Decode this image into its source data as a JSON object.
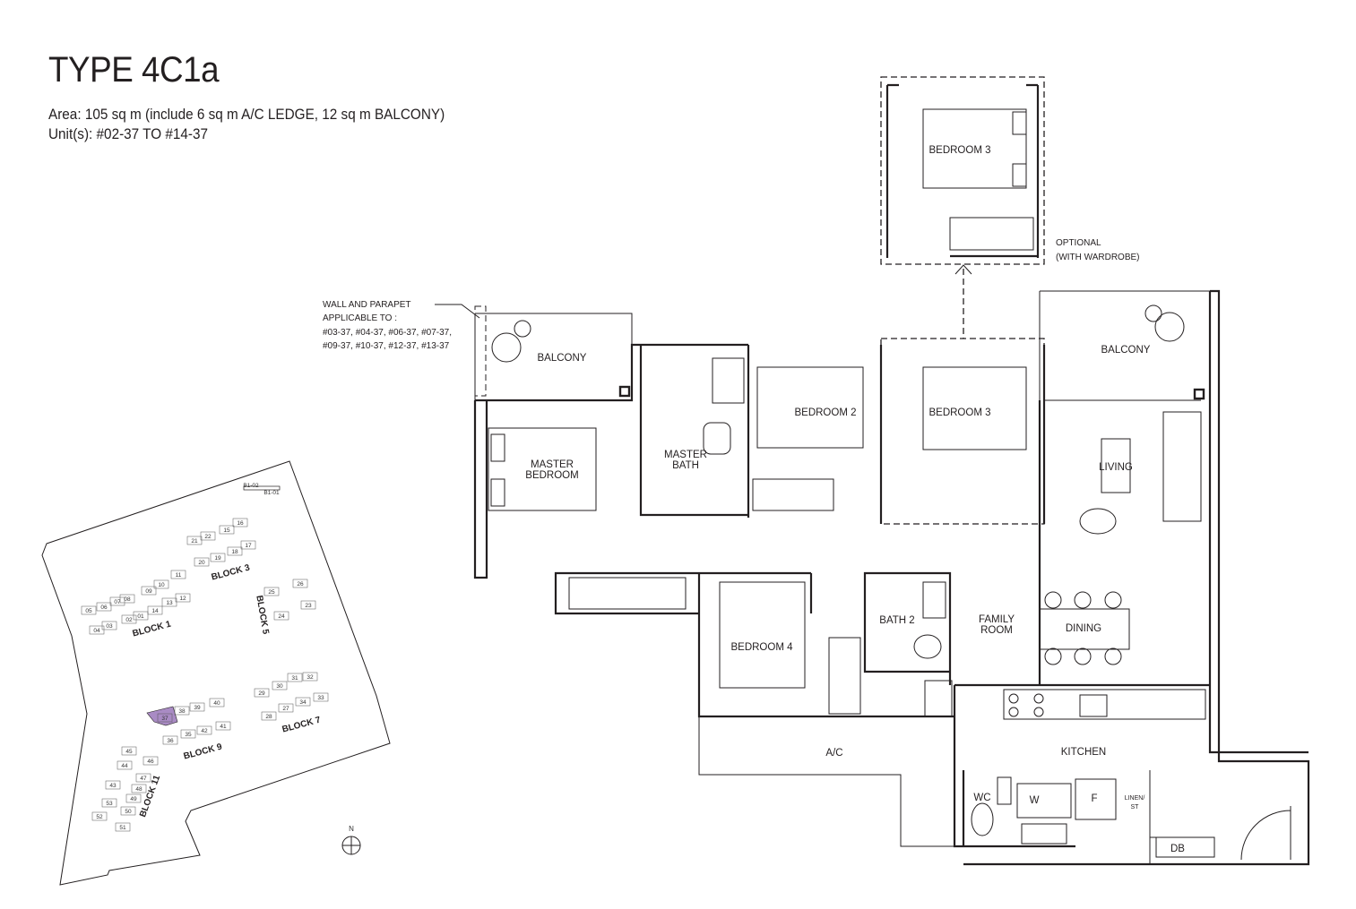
{
  "header": {
    "title": "TYPE 4C1a",
    "area": "Area: 105 sq m (include 6 sq m A/C LEDGE, 12 sq m BALCONY)",
    "units": "Unit(s): #02-37 TO #14-37"
  },
  "notes": {
    "wall_parapet": [
      "WALL AND PARAPET",
      "APPLICABLE TO :",
      "#03-37, #04-37, #06-37, #07-37,",
      "#09-37, #10-37, #12-37, #13-37"
    ],
    "optional": [
      "OPTIONAL",
      "(WITH WARDROBE)"
    ]
  },
  "rooms": {
    "bedroom3_optional": "BEDROOM 3",
    "balcony_left": "BALCONY",
    "balcony_right": "BALCONY",
    "master_bedroom": [
      "MASTER",
      "BEDROOM"
    ],
    "master_bath": [
      "MASTER",
      "BATH"
    ],
    "bedroom2": "BEDROOM 2",
    "bedroom3": "BEDROOM 3",
    "living": "LIVING",
    "bedroom4": "BEDROOM 4",
    "bath2": "BATH 2",
    "family_room": [
      "FAMILY",
      "ROOM"
    ],
    "dining": "DINING",
    "ac": "A/C",
    "kitchen": "KITCHEN",
    "wc": "WC",
    "washer": "W",
    "fridge": "F",
    "linen": [
      "LINEN/",
      "ST"
    ],
    "db": "DB"
  },
  "site_plan": {
    "highlight_color": "#a98bc4",
    "highlighted_unit": "37",
    "blocks": [
      "BLOCK 1",
      "BLOCK 3",
      "BLOCK 5",
      "BLOCK 7",
      "BLOCK 9",
      "BLOCK 11"
    ],
    "units": [
      "01",
      "02",
      "03",
      "04",
      "05",
      "06",
      "07",
      "08",
      "09",
      "10",
      "11",
      "12",
      "13",
      "14",
      "15",
      "16",
      "17",
      "18",
      "19",
      "20",
      "21",
      "22",
      "23",
      "24",
      "25",
      "26",
      "27",
      "28",
      "29",
      "30",
      "31",
      "32",
      "33",
      "34",
      "35",
      "36",
      "37",
      "38",
      "39",
      "40",
      "41",
      "42",
      "43",
      "44",
      "45",
      "46",
      "47",
      "48",
      "49",
      "50",
      "51",
      "52",
      "53"
    ],
    "basement": [
      "B1-02",
      "B1-01"
    ],
    "north": "N"
  }
}
